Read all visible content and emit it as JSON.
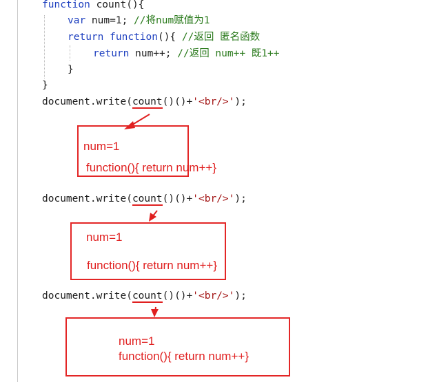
{
  "code": {
    "line1_kw": "function",
    "line1_rest": " count(){",
    "line2_kw": "var",
    "line2_code": " num=1; ",
    "line2_comment": "//将num赋值为1",
    "line3_kw": "return",
    "line3_kw2": "function",
    "line3_code": "(){ ",
    "line3_comment": "//返回 匿名函数",
    "line4_kw": "return",
    "line4_code": " num++; ",
    "line4_comment": "//返回 num++ 既1++",
    "line5_brace": "}",
    "line6_brace": "}"
  },
  "calls": [
    {
      "prefix": "document.write(",
      "fn": "count",
      "parens": "()()+",
      "str": "'<br/>'",
      "suffix": ");"
    },
    {
      "prefix": "document.write(",
      "fn": "count",
      "parens": "()()+",
      "str": "'<br/>'",
      "suffix": ");"
    },
    {
      "prefix": "document.write(",
      "fn": "count",
      "parens": "()()+",
      "str": "'<br/>'",
      "suffix": ");"
    }
  ],
  "annotations": [
    {
      "line1": "num=1",
      "line2": "function(){ return num++}"
    },
    {
      "line1": "num=1",
      "line2": "function(){ return num++}"
    },
    {
      "line1": "num=1",
      "line2": "function(){ return num++}"
    }
  ],
  "colors": {
    "keyword": "#1d3fbf",
    "comment": "#2a7a1c",
    "string": "#a31515",
    "annotation": "#e02020"
  }
}
